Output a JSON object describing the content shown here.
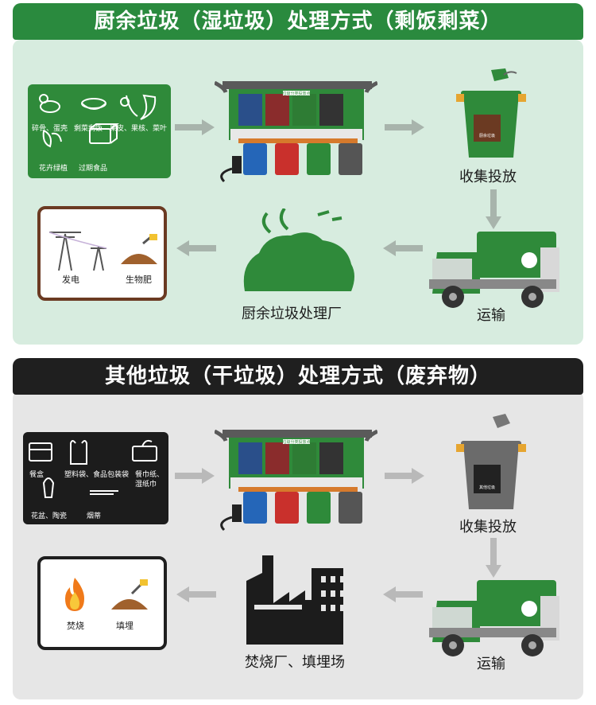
{
  "top": {
    "title": "厨余垃圾（湿垃圾）处理方式（剩饭剩菜）",
    "items_row1": [
      "碎骨、蛋壳",
      "剩菜剩饭",
      "果皮、果核、菜叶"
    ],
    "items_row2": [
      "花卉绿植",
      "过期食品"
    ],
    "station_sign": "垃圾分类投放点",
    "bin_label": "厨余垃圾",
    "collect_label": "收集投放",
    "transport_label": "运输",
    "plant_label": "厨余垃圾处理厂",
    "result_power": "发电",
    "result_fertilizer": "生物肥"
  },
  "bottom": {
    "title": "其他垃圾（干垃圾）处理方式（废弃物）",
    "items": [
      "餐盒",
      "塑料袋、食品包装袋",
      "餐巾纸、",
      "湿纸巾",
      "花盆、陶瓷",
      "烟蒂"
    ],
    "station_sign": "垃圾分类投放点",
    "bin_label": "其他垃圾",
    "collect_label": "收集投放",
    "transport_label": "运输",
    "plant_label": "焚烧厂、填埋场",
    "result_burn": "焚烧",
    "result_landfill": "填埋"
  },
  "colors": {
    "green_banner": "#2a8a3e",
    "dark_banner": "#1f1f1f",
    "top_panel": "#d7ecdf",
    "bottom_panel": "#e6e6e6",
    "result_border_top": "#6b3a22",
    "result_border_bottom": "#1f1f1f"
  }
}
